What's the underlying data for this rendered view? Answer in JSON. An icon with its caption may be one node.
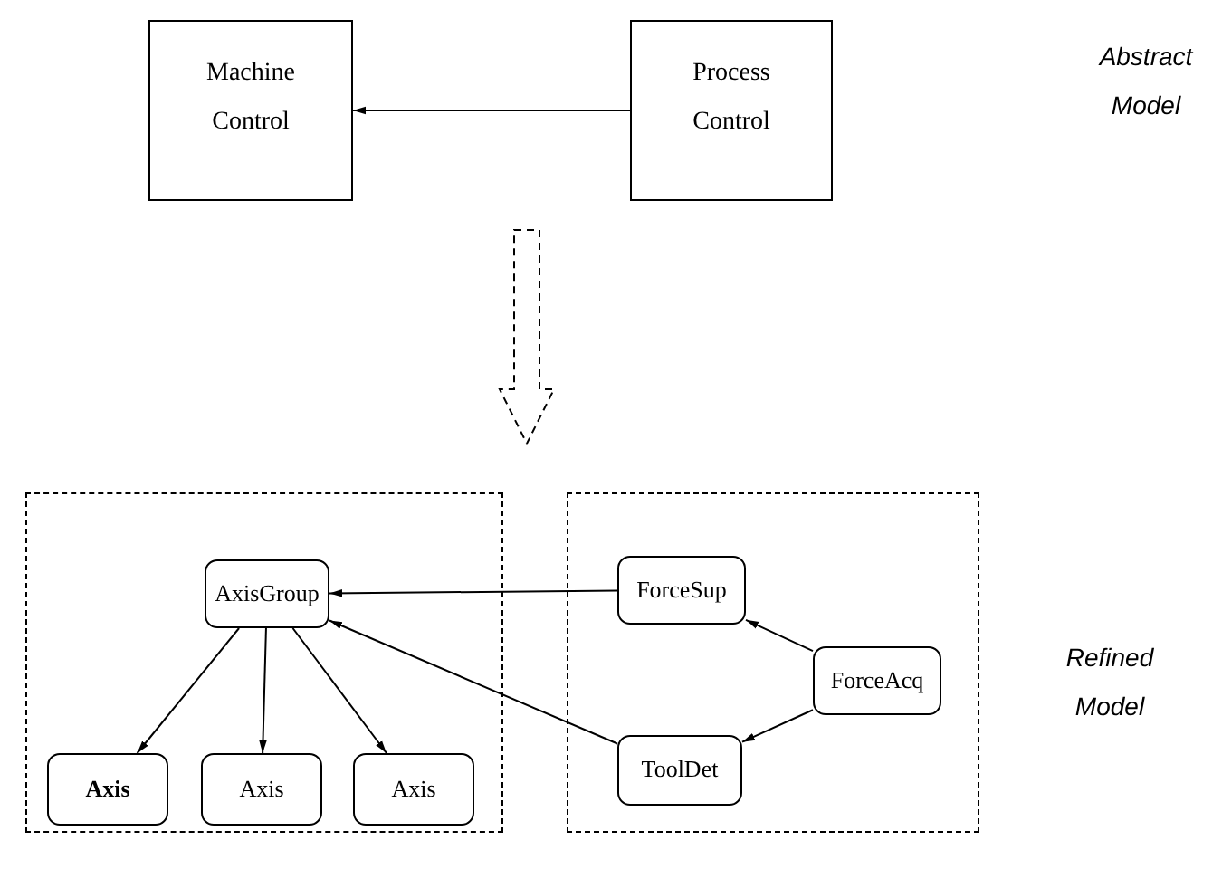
{
  "diagram": {
    "nodes": [
      {
        "text": [
          "Machine Control"
        ]
      },
      {
        "text": [
          "Process Control"
        ]
      },
      {
        "text": [],
        "shape": "box"
      },
      {
        "text": [
          "AxisGroup"
        ],
        "in": 2
      },
      {
        "text": [
          "Axis"
        ],
        "in": 2
      },
      {
        "text": [
          "Axis"
        ],
        "in": 2
      },
      {
        "text": [
          "Axis"
        ],
        "in": 2
      },
      {
        "text": [],
        "shape": "box"
      },
      {
        "text": [
          "ForceSup"
        ],
        "in": 7
      },
      {
        "text": [
          "ToolDet"
        ],
        "in": 7
      },
      {
        "text": [
          "ForceAcq"
        ],
        "in": 7
      }
    ],
    "edges": [
      {
        "from": 1,
        "to": 0,
        "arrow": "to"
      },
      {
        "from": 8,
        "to": 3,
        "arrow": "to"
      },
      {
        "from": 9,
        "to": 3,
        "arrow": "to"
      },
      {
        "from": 3,
        "to": 4,
        "arrow": "to"
      },
      {
        "from": 3,
        "to": 5,
        "arrow": "to"
      },
      {
        "from": 3,
        "to": 6,
        "arrow": "to"
      },
      {
        "from": 10,
        "to": 8,
        "arrow": "to"
      },
      {
        "from": 10,
        "to": 9,
        "arrow": "to"
      }
    ],
    "labels": [
      "Abstract Model",
      "Refined Model"
    ]
  }
}
